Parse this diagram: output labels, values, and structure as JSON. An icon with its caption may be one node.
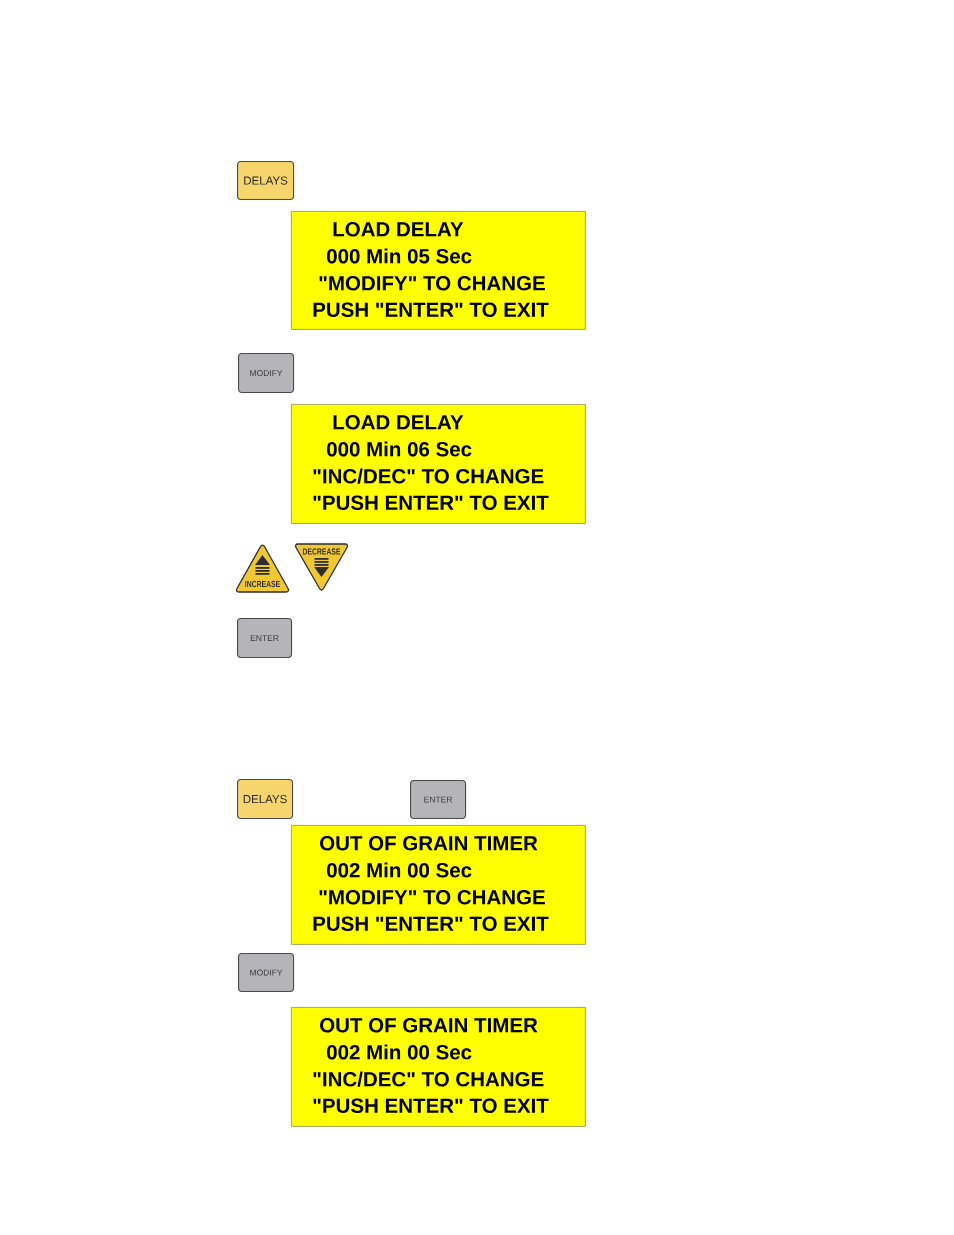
{
  "diagram": {
    "nodes": [
      {
        "text": [
          "DELAYS"
        ]
      },
      {
        "text": [
          "LOAD DELAY",
          "000 Min 05 Sec",
          "\"MODIFY\" TO CHANGE",
          "PUSH \"ENTER\" TO EXIT"
        ]
      },
      {
        "text": [
          "MODIFY"
        ]
      },
      {
        "text": [
          "LOAD DELAY",
          "000 Min 06 Sec",
          "\"INC/DEC\" TO CHANGE",
          "\"PUSH ENTER\" TO EXIT"
        ]
      },
      {
        "text": [
          "INCREASE"
        ]
      },
      {
        "text": [
          "DECREASE"
        ]
      },
      {
        "text": [
          "ENTER"
        ]
      },
      {
        "text": [
          "DELAYS"
        ]
      },
      {
        "text": [
          "ENTER"
        ]
      },
      {
        "text": [
          "OUT OF GRAIN TIMER",
          "002 Min 00 Sec",
          "\"MODIFY\" TO CHANGE",
          "PUSH \"ENTER\" TO EXIT"
        ]
      },
      {
        "text": [
          "MODIFY"
        ]
      },
      {
        "text": [
          "OUT OF GRAIN TIMER",
          "002 Min 00 Sec",
          "\"INC/DEC\" TO CHANGE",
          "\"PUSH ENTER\" TO EXIT"
        ]
      }
    ]
  }
}
